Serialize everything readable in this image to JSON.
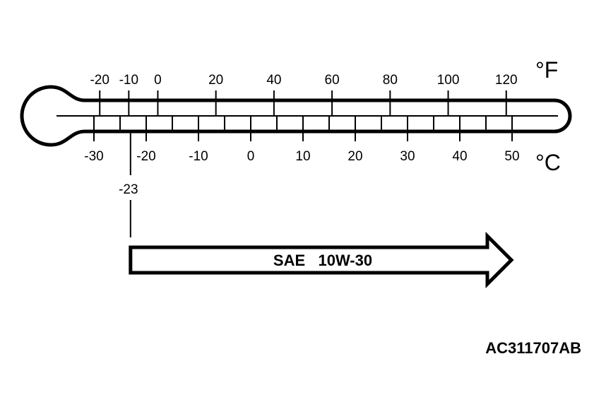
{
  "thermometer": {
    "fahrenheit": {
      "unit": "°F",
      "ticks": [
        {
          "value": -20,
          "label": "-20"
        },
        {
          "value": -10,
          "label": "-10"
        },
        {
          "value": 0,
          "label": "0"
        },
        {
          "value": 20,
          "label": "20"
        },
        {
          "value": 40,
          "label": "40"
        },
        {
          "value": 60,
          "label": "60"
        },
        {
          "value": 80,
          "label": "80"
        },
        {
          "value": 100,
          "label": "100"
        },
        {
          "value": 120,
          "label": "120"
        }
      ]
    },
    "celsius": {
      "unit": "°C",
      "ticks": [
        {
          "value": -30,
          "label": "-30"
        },
        {
          "value": -20,
          "label": "-20"
        },
        {
          "value": -10,
          "label": "-10"
        },
        {
          "value": 0,
          "label": "0"
        },
        {
          "value": 10,
          "label": "10"
        },
        {
          "value": 20,
          "label": "20"
        },
        {
          "value": 30,
          "label": "30"
        },
        {
          "value": 40,
          "label": "40"
        },
        {
          "value": 50,
          "label": "50"
        }
      ]
    }
  },
  "marker": {
    "value_c": -23,
    "label": "-23"
  },
  "oil_range": {
    "from_c": -23,
    "label": "SAE   10W-30"
  },
  "figure_id": "AC311707AB"
}
